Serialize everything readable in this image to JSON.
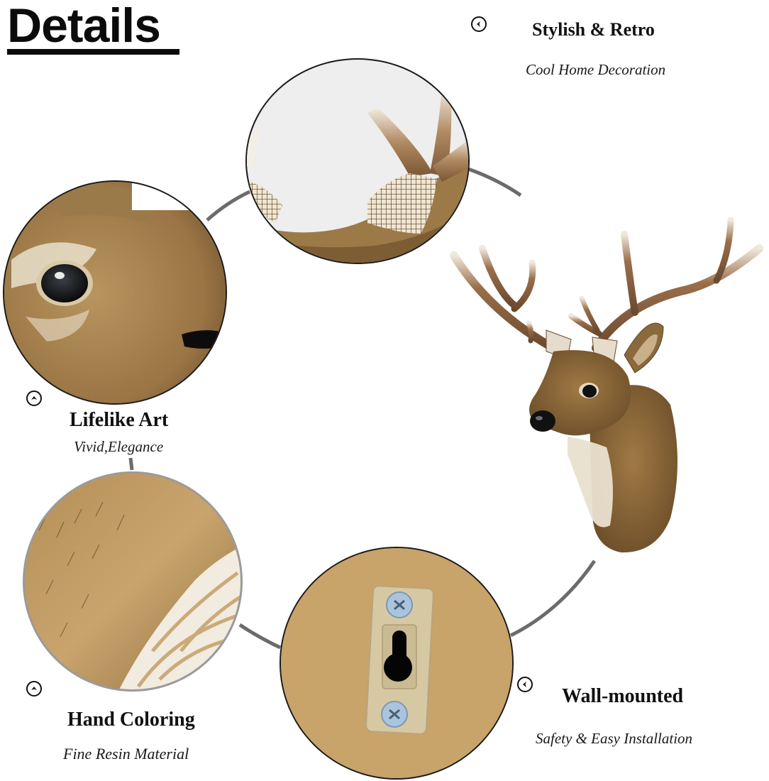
{
  "header": {
    "title": "Details"
  },
  "features": [
    {
      "id": "stylish",
      "title": "Stylish & Retro",
      "subtitle": "Cool Home Decoration",
      "icon": "chevron-left-circle-icon",
      "image": "antler-closeup"
    },
    {
      "id": "lifelike",
      "title": "Lifelike Art",
      "subtitle": "Vivid,Elegance",
      "icon": "chevron-up-circle-icon",
      "image": "deer-eye-closeup"
    },
    {
      "id": "coloring",
      "title": "Hand Coloring",
      "subtitle": "Fine Resin Material",
      "icon": "chevron-up-circle-icon",
      "image": "fur-texture-closeup"
    },
    {
      "id": "wall",
      "title": "Wall-mounted",
      "subtitle": "Safety & Easy Installation",
      "icon": "chevron-left-circle-icon",
      "image": "keyhole-hanger-closeup"
    }
  ],
  "product": {
    "image": "deer-head-wall-mount"
  },
  "colors": {
    "text": "#111111",
    "ring": "#6b6b6b",
    "fur": "#a07a45",
    "fur_dark": "#6e4f2a",
    "cream": "#efe6d2",
    "backboard": "#c8a36a",
    "screw": "#a9c4dc"
  }
}
